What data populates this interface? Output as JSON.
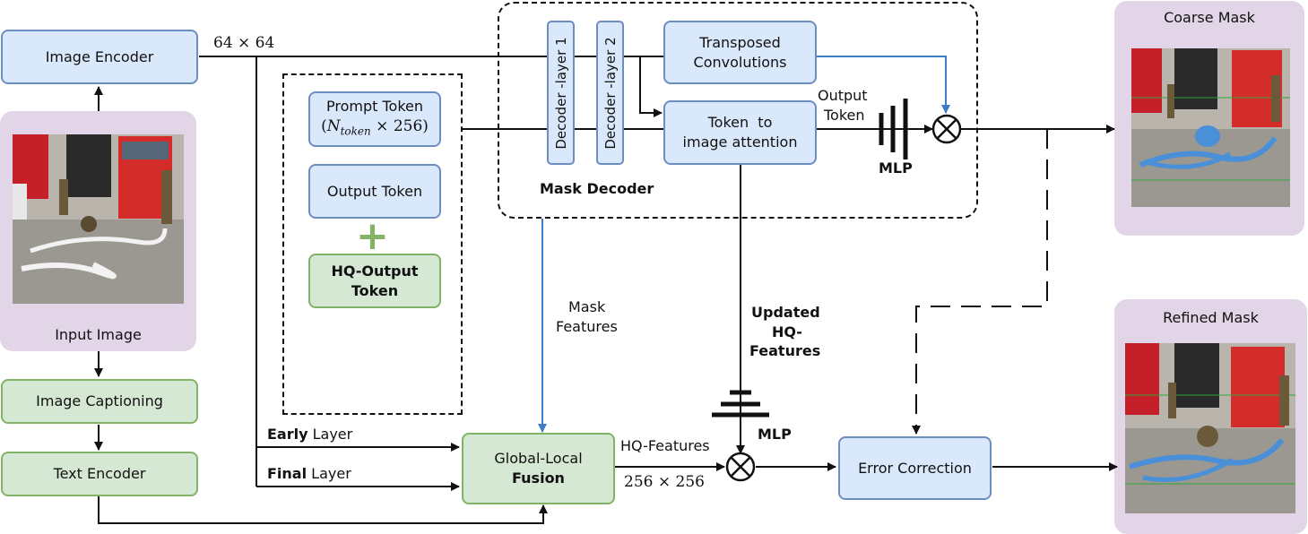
{
  "input": {
    "title": "Input Image"
  },
  "image_encoder": {
    "label": "Image Encoder",
    "dim": "64 × 64"
  },
  "image_captioning": {
    "label": "Image Captioning"
  },
  "text_encoder": {
    "label": "Text Encoder"
  },
  "prompt_token": {
    "line1": "Prompt Token",
    "line2": "(N_token × 256)",
    "sub": "token"
  },
  "output_token": {
    "label": "Output Token"
  },
  "hq_output_token": {
    "line1": "HQ-Output",
    "line2": "Token"
  },
  "mask_decoder": {
    "title": "Mask Decoder",
    "layer1": "Decoder -layer 1",
    "layer2": "Decoder -layer 2",
    "transposed": {
      "line1": "Transposed",
      "line2": "Convolutions"
    },
    "attention": {
      "line1": "Token  to",
      "line2": "image attention"
    },
    "output_token_label": {
      "line1": "Output",
      "line2": "Token"
    }
  },
  "mlp_labels": {
    "top": "MLP",
    "bottom": "MLP"
  },
  "mask_features": {
    "line1": "Mask",
    "line2": "Features"
  },
  "updated_hq": {
    "line1": "Updated",
    "line2": "HQ-",
    "line3": "Features"
  },
  "early_layer": {
    "bold": "Early",
    "rest": " Layer"
  },
  "final_layer": {
    "bold": "Final",
    "rest": " Layer"
  },
  "fusion": {
    "line1": "Global-Local",
    "line2": "Fusion"
  },
  "hq_features": {
    "label": "HQ-Features",
    "dim": "256 × 256"
  },
  "error_correction": {
    "label": "Error Correction"
  },
  "coarse_mask": {
    "title": "Coarse Mask"
  },
  "refined_mask": {
    "title": "Refined Mask"
  },
  "plus_symbol": "+",
  "colors": {
    "blue_fill": "#dae8fc",
    "blue_stroke": "#6c8ebf",
    "green_fill": "#d5e8d4",
    "green_stroke": "#82b366",
    "purple": "#e1d5e7",
    "arrow_blue": "#3d7cc9",
    "plus_green": "#82b366"
  }
}
